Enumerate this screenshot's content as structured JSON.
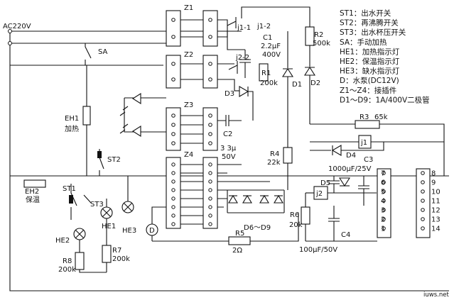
{
  "title": "",
  "labels": {
    "ac": "AC220V",
    "z1": "Z1",
    "z2": "Z2",
    "z3": "Z3",
    "z4": "Z4",
    "j11": "j1-1",
    "j12": "j1-2",
    "j22": "j2-2",
    "sa": "SA",
    "c1": "C1",
    "c1v": "2.2μF",
    "c1u": "400V",
    "r2": "R2",
    "r2v": "500k",
    "r1": "R1",
    "r1v": "200k",
    "d1": "D1",
    "d2": "D2",
    "d3": "D3",
    "eh1": "EH1",
    "eh1n": "加热",
    "c2": "C2",
    "c2v": "3 3μ",
    "c2u": "50V",
    "r3": "R3",
    "r3v": "65k",
    "j1": "j1",
    "j2": "j2",
    "d4": "D4",
    "r4": "R4",
    "r4v": "22k",
    "c3": "C3",
    "c3v": "1000μF/25V",
    "d5": "D5",
    "st2": "ST2",
    "st1": "ST1",
    "st3": "ST3",
    "eh2": "EH2",
    "eh2n": "保温",
    "he1": "HE1",
    "he2": "HE2",
    "he3": "HE3",
    "d": "D",
    "r5": "R5",
    "r5v": "2Ω",
    "d69": "D6～D9",
    "r6": "R6",
    "r6v": "20k",
    "c4": "C4",
    "c4v": "100μF/50V",
    "r7": "R7",
    "r7v": "200k",
    "r8": "R8",
    "r8v": "200k",
    "watermark": "iuws.net"
  },
  "connector_left_pins": [
    "7",
    "6",
    "5",
    "4",
    "3",
    "2",
    "1"
  ],
  "connector_right_pins": [
    "8",
    "9",
    "10",
    "11",
    "12",
    "13",
    "14"
  ],
  "legend": [
    "ST1：出水开关",
    "ST2：再沸腾开关",
    "ST3：出水杯压开关",
    "SA：手动加热",
    "HE1：加热指示灯",
    "HE2：保温指示灯",
    "HE3：缺水指示灯",
    "D：水泵(DC12V)",
    "Z1～Z4：接插件",
    "D1～D9：1A/400V二极管"
  ]
}
